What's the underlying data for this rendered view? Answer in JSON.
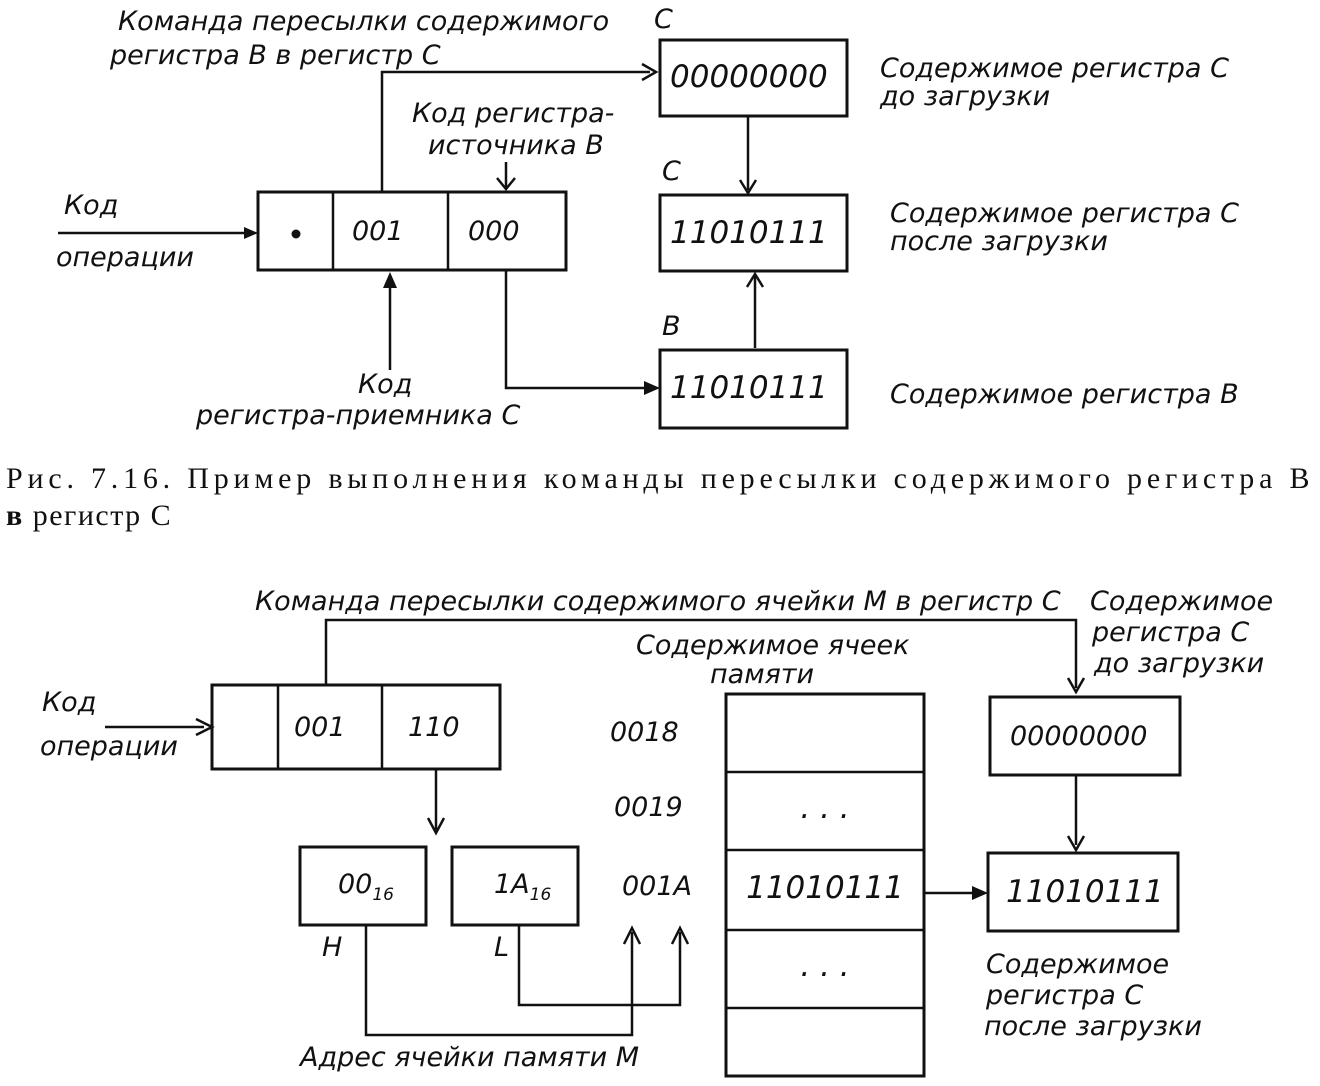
{
  "fig1": {
    "instr_title_1": "Команда пересылки содержимого",
    "instr_title_2": "регистра В в регистр С",
    "opcode_label_1": "Код",
    "opcode_label_2": "операции",
    "field_dest": "001",
    "field_src": "000",
    "src_code_label_1": "Код регистра-",
    "src_code_label_2": "источника В",
    "dest_code_label_1": "Код",
    "dest_code_label_2": "регистра-приемника С",
    "reg_c_name_top": "С",
    "reg_c_before": "00000000",
    "reg_c_before_desc_1": "Содержимое регистра С",
    "reg_c_before_desc_2": "до загрузки",
    "reg_c_name_mid": "С",
    "reg_c_after": "11010111",
    "reg_c_after_desc_1": "Содержимое регистра С",
    "reg_c_after_desc_2": "после загрузки",
    "reg_b_name": "В",
    "reg_b_value": "11010111",
    "reg_b_desc": "Содержимое регистра В"
  },
  "caption": {
    "line1": "Рис. 7.16. Пример выполнения команды пересылки содержимого регистра В",
    "line2_bold": "в",
    "line2_rest": " регистр С"
  },
  "fig2": {
    "instr_title": "Команда пересылки содержимого ячейки М в регистр С",
    "opcode_label_1": "Код",
    "opcode_label_2": "операции",
    "field_dest": "001",
    "field_src": "110",
    "mem_title_1": "Содержимое ячеек",
    "mem_title_2": "памяти",
    "reg_h_value": "00",
    "reg_h_sub": "16",
    "reg_h_name": "Н",
    "reg_l_value": "1А",
    "reg_l_sub": "16",
    "reg_l_name": "L",
    "addr_1": "0018",
    "addr_2": "0019",
    "addr_3": "001А",
    "mem_cell_1": "",
    "mem_cell_2": ". . .",
    "mem_cell_3": "11010111",
    "mem_cell_4": ". . .",
    "mem_cell_5": "",
    "addr_label": "Адрес ячейки памяти М",
    "reg_c_before_desc_1": "Содержимое",
    "reg_c_before_desc_2": "регистра С",
    "reg_c_before_desc_3": "до загрузки",
    "reg_c_before": "00000000",
    "reg_c_after": "11010111",
    "reg_c_after_desc_1": "Содержимое",
    "reg_c_after_desc_2": "регистра С",
    "reg_c_after_desc_3": "после загрузки"
  }
}
